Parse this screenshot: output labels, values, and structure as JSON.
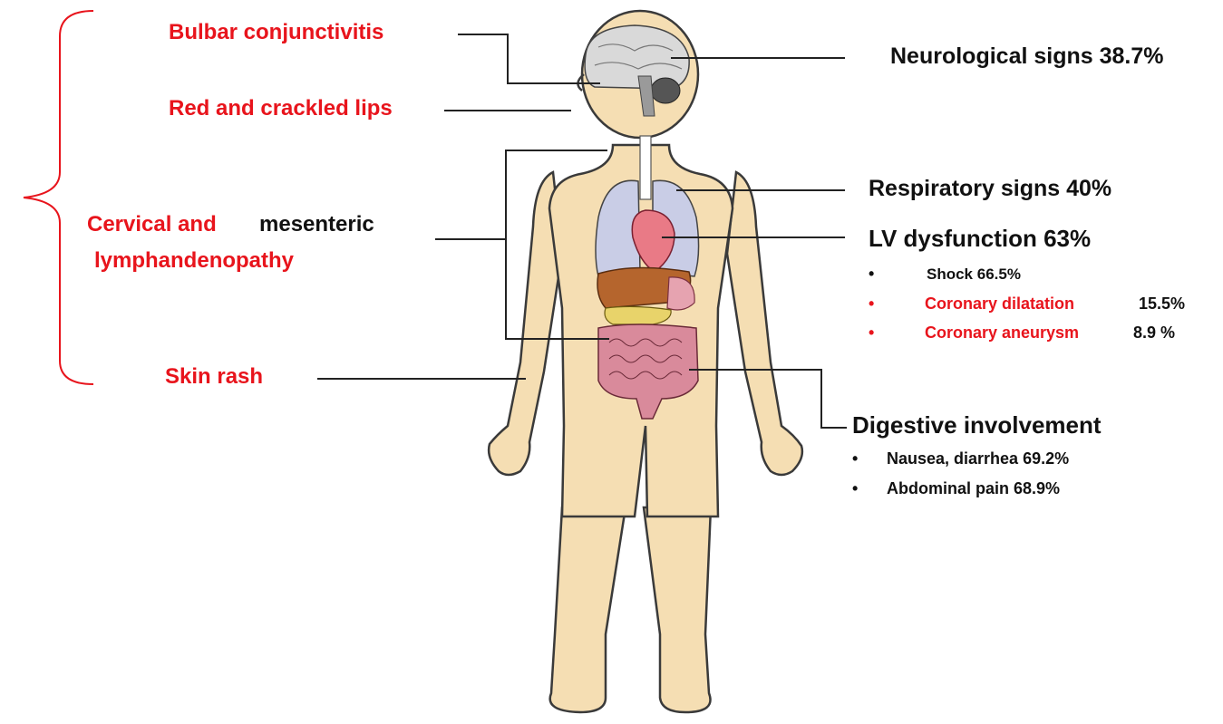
{
  "left_labels": {
    "bulbar": "Bulbar conjunctivitis",
    "lips": "Red and crackled lips",
    "cervical_red": "Cervical and",
    "cervical_black": "mesenteric",
    "lymph": "lymphandenopathy",
    "skin": "Skin rash"
  },
  "right_labels": {
    "neuro": "Neurological signs 38.7%",
    "resp": "Respiratory signs 40%",
    "lv": "LV  dysfunction 63%",
    "shock": "Shock  66.5%",
    "coronary_dil_label": "Coronary dilatation",
    "coronary_dil_value": "15.5%",
    "coronary_an_label": "Coronary aneurysm",
    "coronary_an_value": "8.9 %",
    "digestive": "Digestive involvement",
    "nausea": "Nausea, diarrhea 69.2%",
    "abdominal": "Abdominal pain 68.9%",
    "bullet": "•"
  },
  "colors": {
    "red": "#e8141c",
    "black": "#111111",
    "skin": "#f5deb3",
    "outline": "#3a3a3a",
    "lung": "#c9cde6",
    "heart": "#e97a86",
    "liver": "#b5652d",
    "intestine": "#d98a9b",
    "pancreas": "#e8d36a",
    "brain": "#d9d9d9"
  }
}
